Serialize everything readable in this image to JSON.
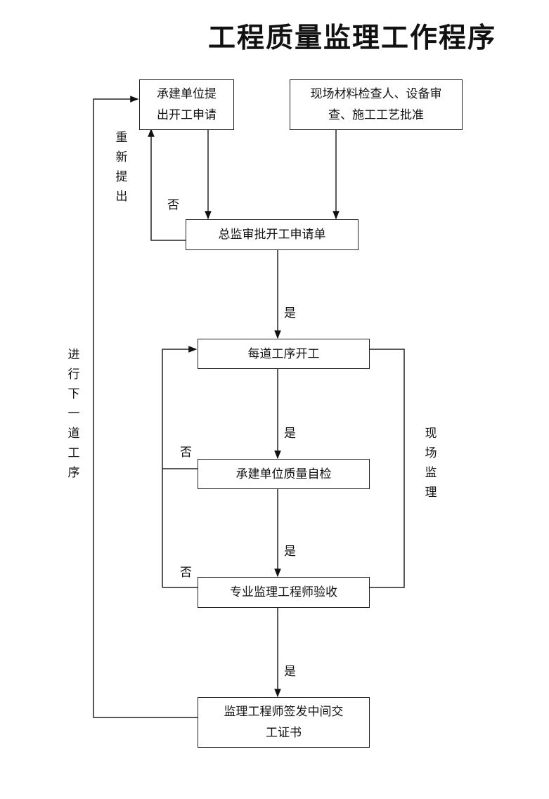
{
  "title": "工程质量监理工作程序",
  "nodes": {
    "apply_line1": "承建单位提",
    "apply_line2": "出开工申请",
    "material_line1": "现场材料检查人、设备审",
    "material_line2": "查、施工工艺批准",
    "approve": "总监审批开工申请单",
    "start": "每道工序开工",
    "selfcheck": "承建单位质量自检",
    "accept": "专业监理工程师验收",
    "certificate_line1": "监理工程师签发中间交",
    "certificate_line2": "工证书"
  },
  "labels": {
    "yes": "是",
    "no": "否",
    "resubmit": "重新提出",
    "next_step": "进行下一道工序",
    "site_supervision": "现场监理"
  }
}
